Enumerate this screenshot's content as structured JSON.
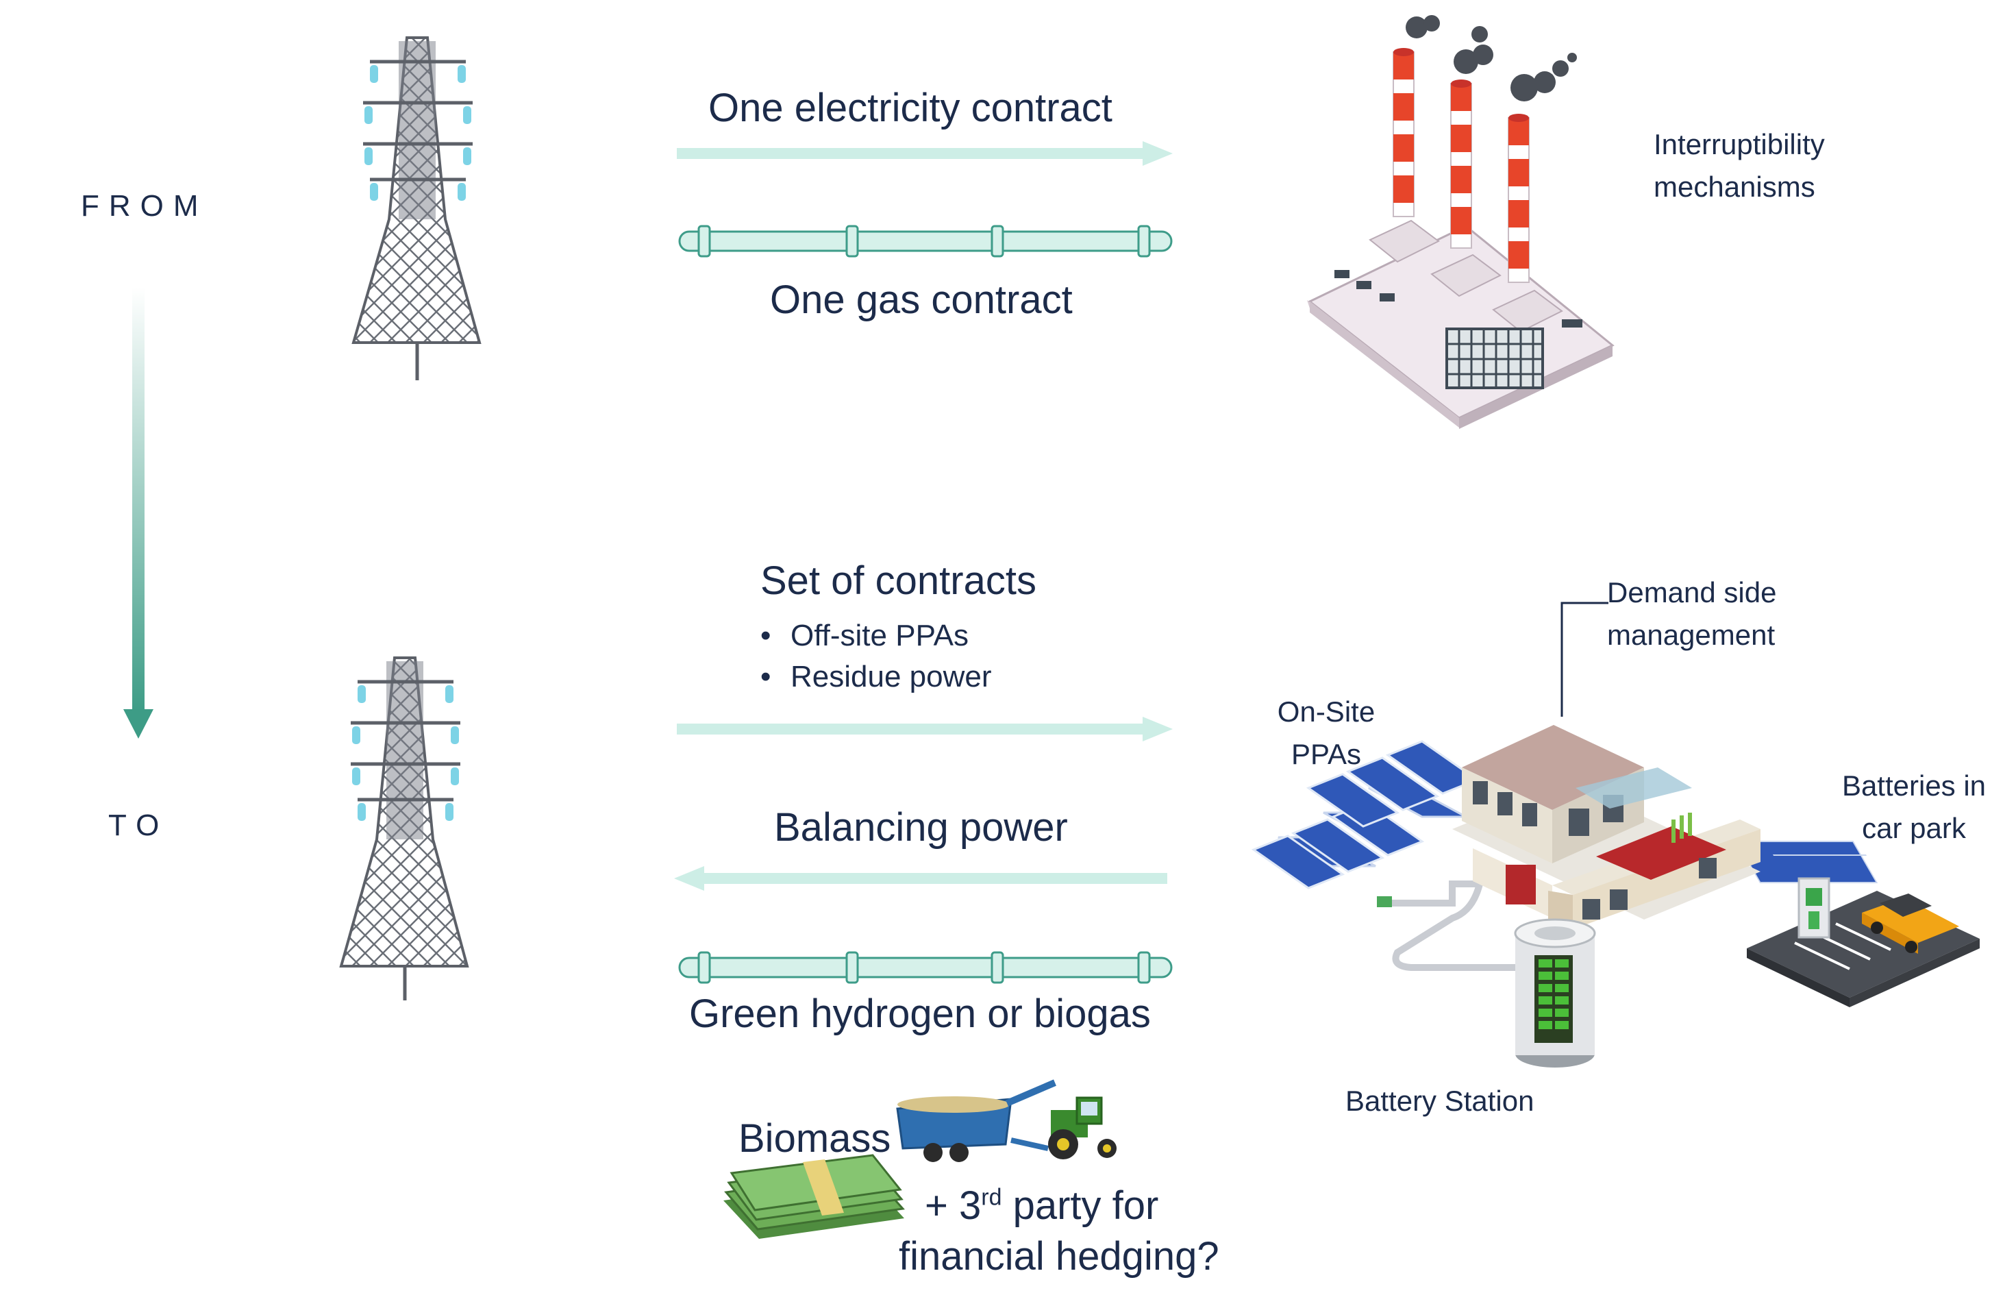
{
  "labels": {
    "from": "FROM",
    "to": "TO"
  },
  "top": {
    "electricity": "One electricity contract",
    "gas": "One gas contract",
    "interruptibility": [
      "Interruptibility",
      "mechanisms"
    ]
  },
  "bottom": {
    "set_title": "Set of contracts",
    "set_items": [
      "Off-site PPAs",
      "Residue power"
    ],
    "balancing": "Balancing power",
    "green": "Green hydrogen or biogas",
    "biomass": "Biomass",
    "third_party": {
      "prefix": "+ 3",
      "sup": "rd",
      "suffix": " party for",
      "line2": "financial hedging?"
    },
    "demand_side": [
      "Demand side",
      "management"
    ],
    "onsite": [
      "On-Site",
      "PPAs"
    ],
    "batteries": [
      "Batteries in",
      "car park"
    ],
    "battery_station": "Battery Station"
  },
  "colors": {
    "text": "#1c2b4a",
    "arrow_light": "#cdeee6",
    "pipe_fill": "#d6f1ea",
    "pipe_stroke": "#3e9c89",
    "vertical_arrow": "#3d9c86",
    "chimney_red": "#e7452a",
    "factory_wall": "#dcd0d8",
    "solar_blue": "#2f58b8",
    "battery_green": "#3a8f2b",
    "car_orange": "#f2a516",
    "money_green": "#5da04c"
  }
}
